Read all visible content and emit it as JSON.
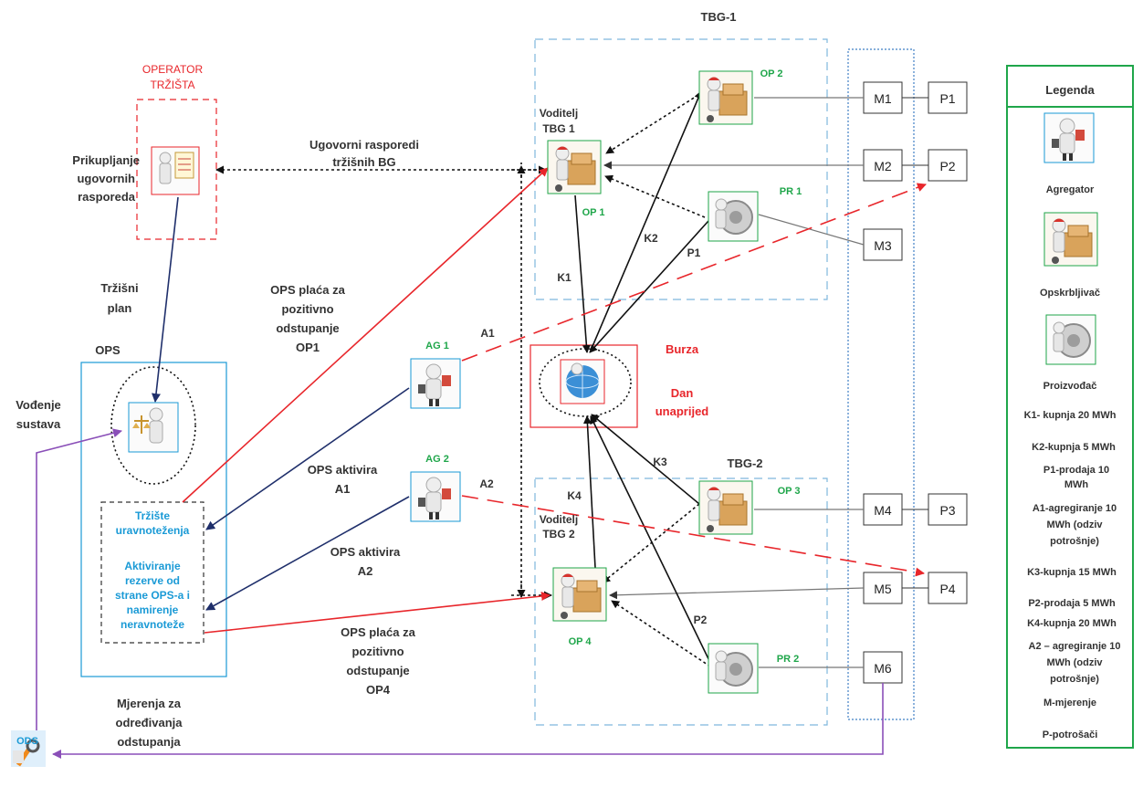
{
  "colors": {
    "red": "#e8262b",
    "navy": "#1f2f6b",
    "purple": "#8a4fb8",
    "green": "#1fa64a",
    "cyan": "#1a9ad6",
    "dashed_blue": "#7fb8dd",
    "text": "#333333"
  },
  "tbg1": {
    "title": "TBG-1"
  },
  "tbg2": {
    "title": "TBG-2"
  },
  "operator": {
    "title": [
      "OPERATOR",
      "TRŽIŠTA"
    ],
    "label": [
      "Prikupljanje",
      "ugovornih",
      "rasporeda"
    ]
  },
  "ops": {
    "title": "OPS",
    "vodjenje": [
      "Vođenje",
      "sustava"
    ]
  },
  "trziste": {
    "lines": [
      "Tržište",
      "uravnoteženja",
      "",
      "Aktiviranje",
      "rezerve od",
      "strane OPS-a i",
      "namirenje",
      "neravnoteže"
    ]
  },
  "ods": {
    "label": "ODS"
  },
  "edge_labels": {
    "ugovorni": [
      "Ugovorni rasporedi",
      "tržišnih BG"
    ],
    "trzisni": [
      "Tržišni",
      "plan"
    ],
    "ops_placa_op1": [
      "OPS plaća za",
      "pozitivno",
      "odstupanje",
      "OP1"
    ],
    "ops_aktivira_a1": [
      "OPS aktivira",
      "A1"
    ],
    "ops_aktivira_a2": [
      "OPS aktivira",
      "A2"
    ],
    "ops_placa_op4": [
      "OPS plaća za",
      "pozitivno",
      "odstupanje",
      "OP4"
    ],
    "mjerenja": [
      "Mjerenja za",
      "određivanja",
      "odstupanja"
    ],
    "k1": "K1",
    "k2": "K2",
    "p1": "P1",
    "a1": "A1",
    "k3": "K3",
    "k4": "K4",
    "p2": "P2",
    "a2": "A2"
  },
  "nodes": {
    "voditelj1": [
      "Voditelj",
      "TBG 1"
    ],
    "voditelj2": [
      "Voditelj",
      "TBG 2"
    ],
    "op1": "OP 1",
    "op2": "OP 2",
    "op3": "OP 3",
    "op4": "OP 4",
    "pr1": "PR 1",
    "pr2": "PR 2",
    "ag1": "AG 1",
    "ag2": "AG 2",
    "burza": "Burza",
    "dan": [
      "Dan",
      "unaprijed"
    ]
  },
  "meters": [
    "M1",
    "M2",
    "M3",
    "M4",
    "M5",
    "M6"
  ],
  "consumers": [
    "P1",
    "P2",
    "P3",
    "P4"
  ],
  "legend": {
    "title": "Legenda",
    "icons": [
      "Agregator",
      "Opskrbljivač",
      "Proizvođač"
    ],
    "items": [
      [
        "K1- kupnja 20 MWh"
      ],
      [
        "K2-kupnja 5 MWh"
      ],
      [
        "P1-prodaja 10",
        "MWh"
      ],
      [
        "A1-agregiranje 10",
        "MWh (odziv",
        "potrošnje)"
      ],
      [
        "K3-kupnja 15 MWh"
      ],
      [
        "P2-prodaja 5 MWh"
      ],
      [
        "K4-kupnja 20 MWh"
      ],
      [
        "A2 – agregiranje 10",
        "MWh (odziv",
        "potrošnje)"
      ],
      [
        "M-mjerenje"
      ],
      [
        "P-potrošači"
      ]
    ]
  },
  "icon_names": [
    "operator-person-icon",
    "judge-scale-icon",
    "supplier-box-icon",
    "producer-gear-icon",
    "aggregator-person-icon",
    "exchange-globe-icon",
    "ods-tools-icon"
  ]
}
